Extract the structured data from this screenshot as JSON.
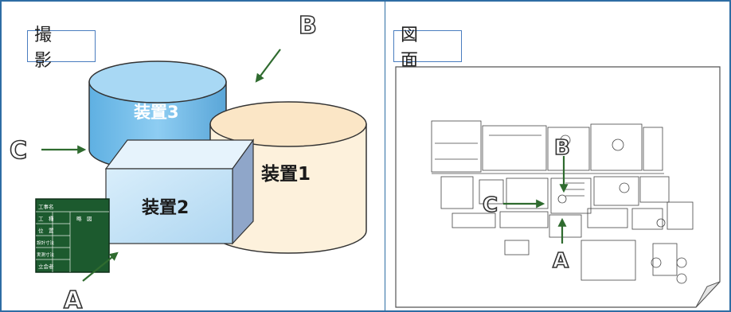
{
  "labels": {
    "photo": "撮 影",
    "drawing": "図 面"
  },
  "devices": {
    "device1": "装置1",
    "device2": "装置2",
    "device3": "装置3"
  },
  "viewpoints": {
    "a": "A",
    "b": "B",
    "c": "C"
  },
  "signboard": {
    "rows": [
      "工事名",
      "工　種",
      "位　置",
      "設計寸法",
      "実測寸法",
      "立会者"
    ],
    "header_right": "略　図"
  },
  "colors": {
    "frame": "#2e6da4",
    "label_border": "#4a7dbf",
    "device1_fill": "#fdf1dc",
    "device2_fill": "#c9e3f7",
    "device3_fill": "#6fb9e6",
    "arrow": "#2f6b2f",
    "signboard": "#1c5a2e"
  }
}
